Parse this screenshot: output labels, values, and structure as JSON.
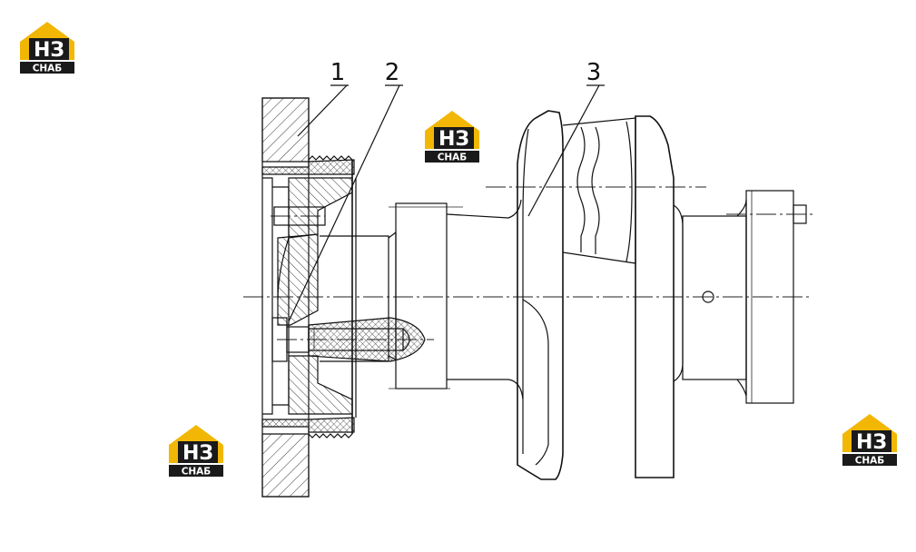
{
  "logo": {
    "mark": "НЗ",
    "caption": "СНАБ",
    "colors": {
      "house": "#f2b705",
      "letters_bg": "#1a1a1a",
      "letters": "#ffffff"
    }
  },
  "callouts": [
    {
      "id": "1",
      "label": "1"
    },
    {
      "id": "2",
      "label": "2"
    },
    {
      "id": "3",
      "label": "3"
    }
  ]
}
